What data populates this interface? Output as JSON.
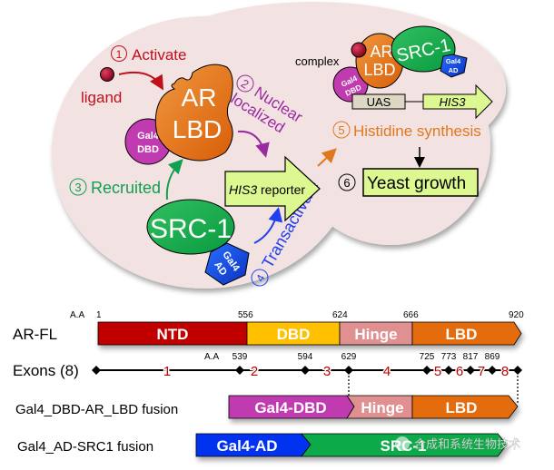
{
  "colors": {
    "cell_bg": "#f2e2e2",
    "ligand": "#a0102c",
    "ar_lbd": "#e06c10",
    "gal4_dbd": "#c03ab0",
    "src1": "#10aa48",
    "gal4_ad": "#1048e0",
    "reporter": "#ddf890",
    "activate": "#c0101c",
    "nuclear": "#9a2aa0",
    "recruited": "#10a050",
    "transactivate": "#2040f0",
    "histidine": "#e07820",
    "ntd": "#c00000",
    "dbd": "#ffc000",
    "hinge": "#e09090",
    "lbd": "#e46c0a",
    "exon_num": "#c00000"
  },
  "pathway": {
    "step1": {
      "num": "1",
      "label": "Activate"
    },
    "ligand_label": "ligand",
    "ar_lbd": {
      "line1": "AR",
      "line2": "LBD"
    },
    "gal4_dbd": {
      "line1": "Gal4",
      "line2": "DBD"
    },
    "step2": {
      "num": "2",
      "line1": "Nuclear",
      "line2": "localized"
    },
    "step3": {
      "num": "3",
      "label": "Recruited"
    },
    "src1_label": "SRC-1",
    "gal4_ad": {
      "line1": "Gal4",
      "line2": "AD"
    },
    "step4": {
      "num": "4",
      "label": "Transactivate"
    },
    "reporter": {
      "italic": "HIS3",
      "text": " reporter"
    },
    "complex_label": "complex",
    "complex_ar": {
      "line1": "AR",
      "line2": "LBD"
    },
    "complex_src1": "SRC-1",
    "complex_gal4_ad": {
      "line1": "Gal4",
      "line2": "AD"
    },
    "complex_gal4_dbd": {
      "line1": "Gal4",
      "line2": "DBD"
    },
    "uas": "UAS",
    "his3": "HIS3",
    "step5": {
      "num": "5",
      "label": "Histidine synthesis"
    },
    "step6": {
      "num": "6",
      "label": "Yeast growth"
    }
  },
  "domains": {
    "row_label": "AR-FL",
    "aa_label": "A.A",
    "positions": [
      "1",
      "556",
      "624",
      "666",
      "920"
    ],
    "segments": [
      {
        "name": "NTD"
      },
      {
        "name": "DBD"
      },
      {
        "name": "Hinge"
      },
      {
        "name": "LBD"
      }
    ]
  },
  "exons": {
    "row_label": "Exons (8)",
    "aa_label": "A.A",
    "boundaries": [
      "539",
      "594",
      "629",
      "725",
      "773",
      "817",
      "869"
    ],
    "numbers": [
      "1",
      "2",
      "3",
      "4",
      "5",
      "6",
      "7",
      "8"
    ]
  },
  "fusion_dbd": {
    "row_label": "Gal4_DBD-AR_LBD fusion",
    "segments": [
      {
        "name": "Gal4-DBD"
      },
      {
        "name": "Hinge"
      },
      {
        "name": "LBD"
      }
    ]
  },
  "fusion_ad": {
    "row_label": "Gal4_AD-SRC1 fusion",
    "segments": [
      {
        "name": "Gal4-AD"
      },
      {
        "name": "SRC-1"
      }
    ]
  },
  "watermark": "合成和系统生物技术"
}
